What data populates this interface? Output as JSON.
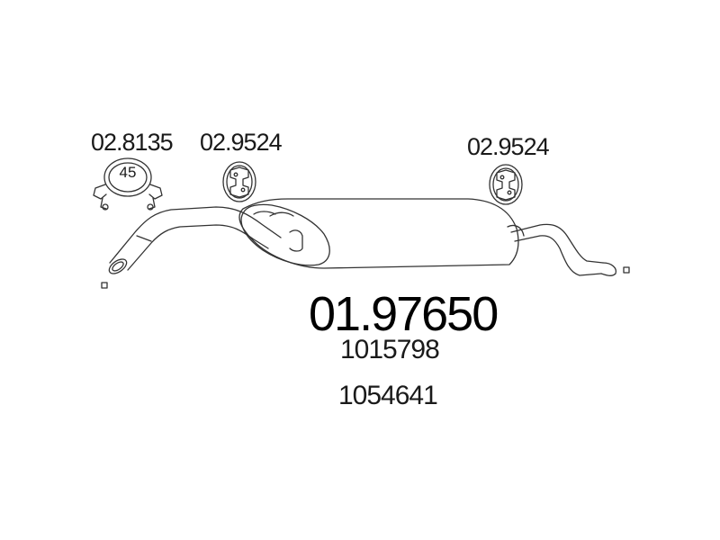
{
  "part_number": "01.97650",
  "oe_numbers": [
    "1015798",
    "1054641"
  ],
  "accessories": {
    "clamp": {
      "code": "02.8135",
      "size": "45"
    },
    "hanger_front": {
      "code": "02.9524"
    },
    "hanger_rear": {
      "code": "02.9524"
    }
  },
  "colors": {
    "line": "#333333",
    "text": "#1a1a1a",
    "background": "#ffffff"
  }
}
